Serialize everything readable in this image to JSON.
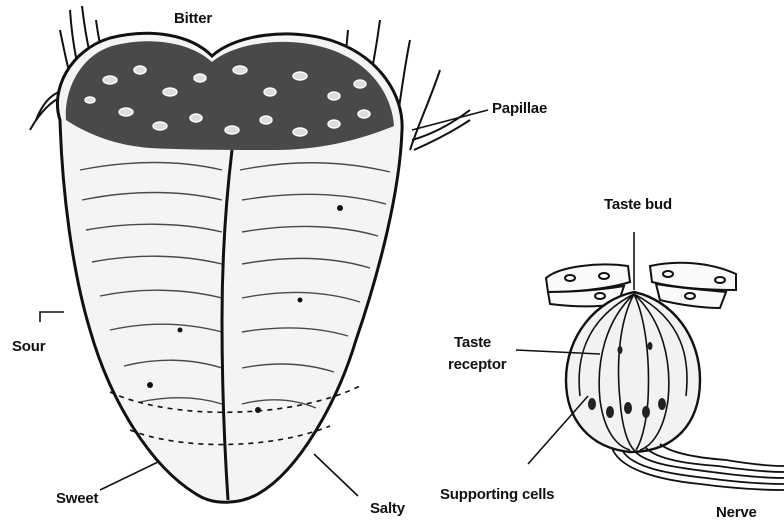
{
  "labels": {
    "bitter": "Bitter",
    "papillae": "Papillae",
    "sour": "Sour",
    "sweet": "Sweet",
    "salty": "Salty",
    "taste_bud": "Taste bud",
    "taste_receptor_line1": "Taste",
    "taste_receptor_line2": "receptor",
    "supporting_cells": "Supporting cells",
    "nerve": "Nerve"
  },
  "colors": {
    "ink": "#111111",
    "background": "#ffffff"
  }
}
